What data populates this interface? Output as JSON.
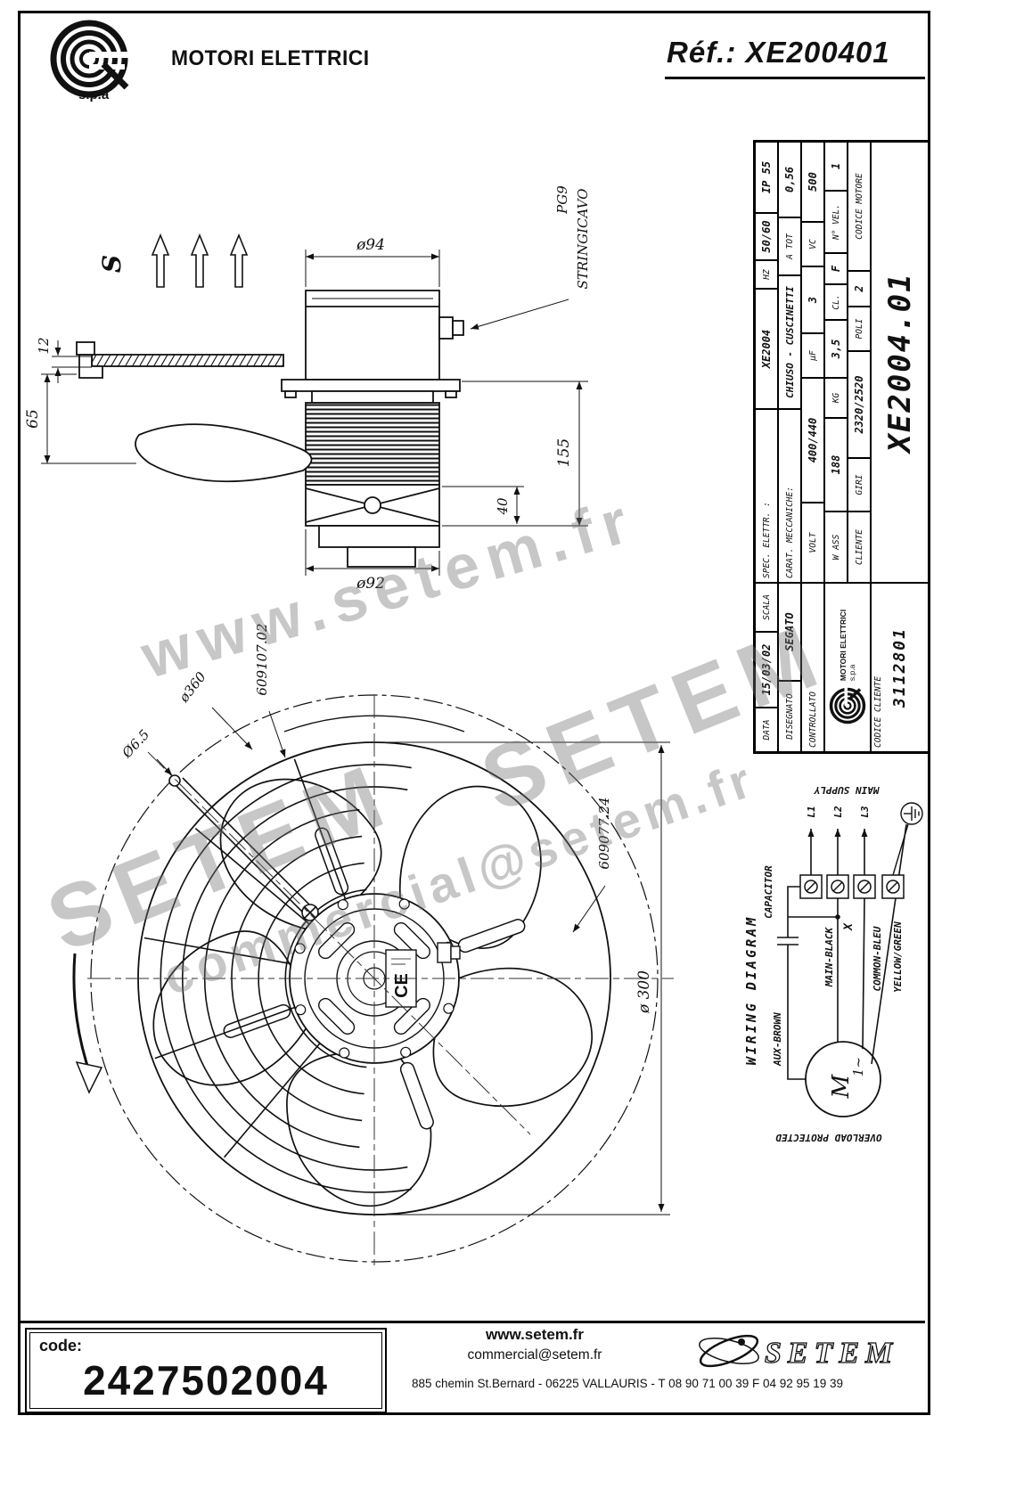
{
  "header": {
    "brand": "MOTORI ELETTRICI",
    "brand_sub": "s.p.a",
    "ref": "Réf.: XE200401"
  },
  "side_view": {
    "airflow": "S",
    "dim_width_top": "ø94",
    "dim_12": "12",
    "dim_65": "65",
    "dim_155": "155",
    "dim_40": "40",
    "dim_width_bottom": "ø92",
    "gland_line1": "PG9",
    "gland_line2": "STRINGICAVO"
  },
  "front_view": {
    "dim_fan": "ø 300",
    "dim_ring": "ø360",
    "dim_hole": "Ø6.5",
    "part_guard": "609107.02",
    "part_blade": "609077.24",
    "ce": "CE"
  },
  "spec": {
    "data_label": "DATA",
    "data_value": "15/03/02",
    "scala_label": "SCALA",
    "spec_label": "SPEC. ELETTR. :",
    "spec_value": "XE2004",
    "hz_label": "HZ",
    "hz_value": "50/60",
    "ip_value": "IP 55",
    "disegnato_label": "DISEGNATO",
    "disegnato_value": "SEGATO",
    "carat_label": "CARAT. MECCANICHE:",
    "carat_value": "CHIUSO - CUSCINETTI",
    "atot_label": "A TOT",
    "atot_value": "0,56",
    "controllato_label": "CONTROLLATO",
    "volt_label": "VOLT",
    "volt_value": "400/440",
    "uf_label": "µF",
    "uf_value": "3",
    "vc_label": "VC",
    "vc_value": "500",
    "wass_label": "W ASS",
    "wass_value": "188",
    "kg_label": "KG",
    "kg_value": "3,5",
    "cl_label": "CL.",
    "cl_value": "F",
    "nvel_label": "N° VEL.",
    "nvel_value": "1",
    "cliente_label": "CLIENTE",
    "giri_label": "GIRI",
    "giri_value": "2320/2520",
    "poli_label": "POLI",
    "poli_value": "2",
    "codice_motore_label": "CODICE MOTORE",
    "codice_motore_value": "XE2004.01",
    "codice_cliente_label": "CODICE CLIENTE",
    "codice_cliente_value": "3112801",
    "logo_brand": "MOTORI ELETTRICI",
    "logo_sub": "s.p.a"
  },
  "wiring": {
    "title": "WIRING DIAGRAM",
    "main_supply": "MAIN SUPPLY",
    "l1": "L1",
    "l2": "L2",
    "l3": "L3",
    "capacitor": "CAPACITOR",
    "junction": "X",
    "main_wire": "MAIN-BLACK",
    "common_wire": "COMMON-BLEU",
    "earth_wire": "YELLOW/GREEN",
    "aux_wire": "AUX-BROWN",
    "overload": "OVERLOAD PROTECTED",
    "motor_m": "M",
    "motor_phase": "1~"
  },
  "watermarks": {
    "w1": "www.setem.fr",
    "w2": "SETEM",
    "w3": "SETEM",
    "w4": "commercial@setem.fr",
    "color": "#737373"
  },
  "footer": {
    "code_label": "code:",
    "code_value": "2427502004",
    "site": "www.setem.fr",
    "email": "commercial@setem.fr",
    "address": "885 chemin St.Bernard  -  06225 VALLAURIS  -  T 08 90 71 00 39   F 04 92 95 19 39",
    "brand": "SETEM"
  }
}
